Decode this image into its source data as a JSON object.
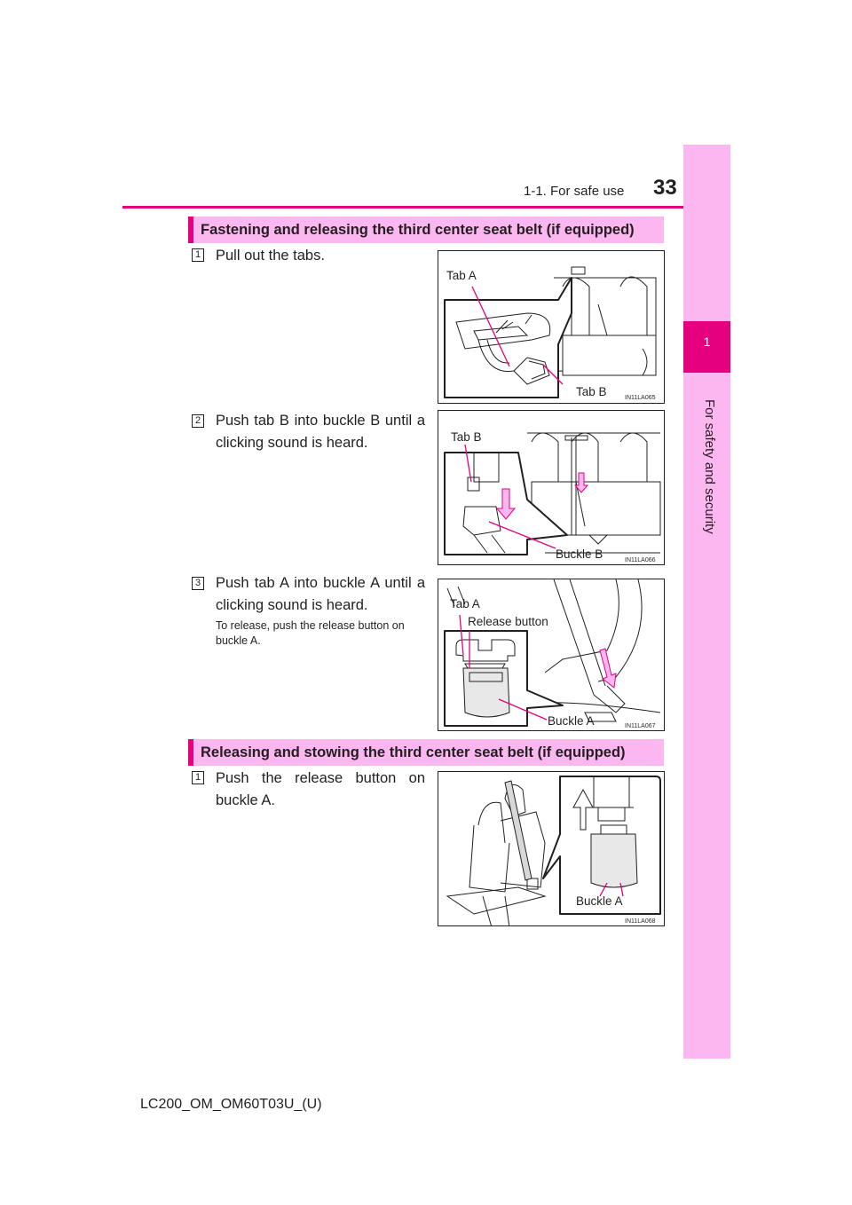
{
  "header": {
    "section": "1-1. For safe use",
    "page": "33"
  },
  "side_tab": {
    "chapter_number": "1",
    "chapter_title": "For safety and security"
  },
  "section1": {
    "heading": "Fastening and releasing the third center seat belt (if equipped)",
    "steps": [
      {
        "num": "1",
        "text": "Pull out the tabs.",
        "figure": {
          "labels": [
            "Tab A",
            "Tab B"
          ],
          "code": "IN11LA065"
        }
      },
      {
        "num": "2",
        "text": "Push tab B into buckle B until a clicking sound is heard.",
        "figure": {
          "labels": [
            "Tab B",
            "Buckle B"
          ],
          "code": "IN11LA066"
        }
      },
      {
        "num": "3",
        "text": "Push tab A into buckle A until a clicking sound is heard.",
        "note": "To release, push the release button on buckle A.",
        "figure": {
          "labels": [
            "Tab A",
            "Release button",
            "Buckle A"
          ],
          "code": "IN11LA067"
        }
      }
    ]
  },
  "section2": {
    "heading": "Releasing and stowing the third center seat belt (if equipped)",
    "steps": [
      {
        "num": "1",
        "text": "Push the release button on buckle A.",
        "figure": {
          "labels": [
            "Buckle A"
          ],
          "code": "IN11LA068"
        }
      }
    ]
  },
  "footer": {
    "code": "LC200_OM_OM60T03U_(U)"
  },
  "colors": {
    "accent": "#e4007f",
    "accent_light": "#fcb6f0",
    "text": "#231f20"
  }
}
